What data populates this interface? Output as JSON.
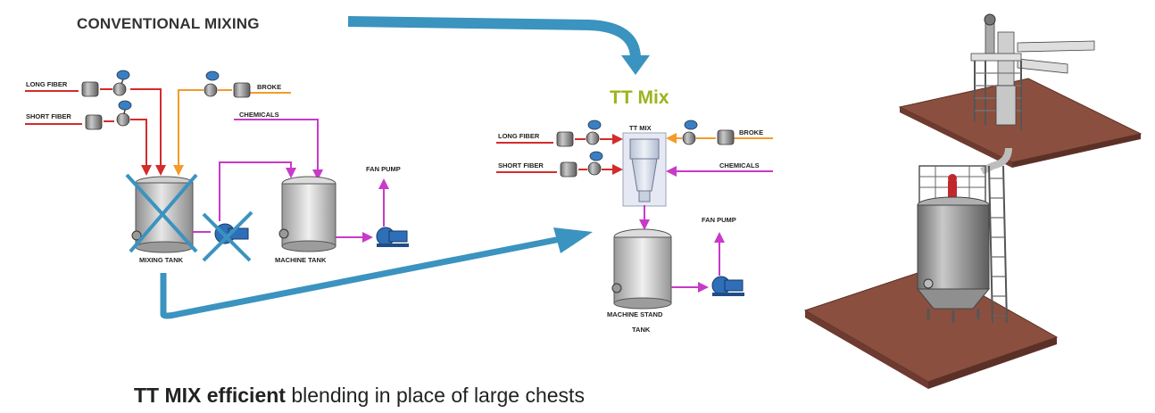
{
  "title": "CONVENTIONAL MIXING",
  "tt_mix_title": "TT Mix",
  "caption": {
    "bold": "TT MIX efficient",
    "rest": " blending in place of large chests"
  },
  "conventional": {
    "long_fiber": "LONG FIBER",
    "short_fiber": "SHORT FIBER",
    "broke": "BROKE",
    "chemicals": "CHEMICALS",
    "fan_pump": "FAN PUMP",
    "mixing_tank": "MIXING TANK",
    "machine_tank": "MACHINE TANK"
  },
  "ttmix": {
    "long_fiber": "LONG FIBER",
    "short_fiber": "SHORT FIBER",
    "tt_mix": "TT MIX",
    "broke": "BROKE",
    "chemicals": "CHEMICALS",
    "fan_pump": "FAN PUMP",
    "machine_stand": "MACHINE STAND",
    "tank": "TANK"
  },
  "colors": {
    "arrow": "#3b93bf",
    "fiber_line": "#d42b2b",
    "broke_line": "#f39b2a",
    "chem_line": "#c83ac8",
    "title_green": "#9ab51c",
    "floor": "#8a4f3f"
  }
}
